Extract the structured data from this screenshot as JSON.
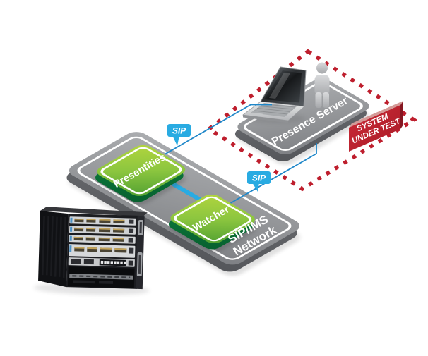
{
  "diagram": {
    "background_color": "#ffffff",
    "colors": {
      "platform_gray": "#939598",
      "platform_edge_gray": "#64666a",
      "node_green": "#8cc63f",
      "node_edge_green": "#0a7a3c",
      "link_blue": "#1f87c9",
      "tag_blue": "#29abe2",
      "alert_red": "#be1e2d",
      "label_white": "#ffffff"
    },
    "network_platform": {
      "label_line1": "SIP/IMS",
      "label_line2": "Network",
      "nodes": [
        {
          "id": "presentities",
          "label": "Presentities"
        },
        {
          "id": "watcher",
          "label": "Watcher"
        }
      ]
    },
    "server_platform": {
      "label": "Presence Server",
      "icons": [
        "laptop-icon",
        "person-icon"
      ]
    },
    "system_under_test": {
      "label_line1": "SYSTEM",
      "label_line2": "UNDER TEST"
    },
    "links": [
      {
        "id": "sip-link-1",
        "label": "SIP"
      },
      {
        "id": "sip-link-2",
        "label": "SIP"
      }
    ],
    "hardware": {
      "icon": "chassis-image"
    }
  }
}
